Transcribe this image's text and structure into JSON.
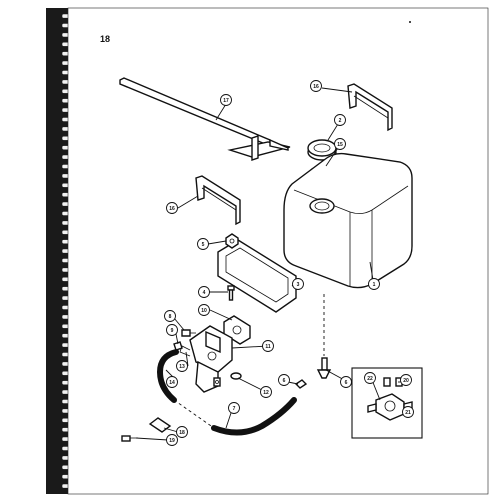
{
  "page": {
    "number": "18"
  },
  "callouts": [
    {
      "id": "c17",
      "text": "17"
    },
    {
      "id": "c16a",
      "text": "16"
    },
    {
      "id": "c2",
      "text": "2"
    },
    {
      "id": "c15",
      "text": "15"
    },
    {
      "id": "c16b",
      "text": "16"
    },
    {
      "id": "c5",
      "text": "5"
    },
    {
      "id": "c3",
      "text": "3"
    },
    {
      "id": "c1",
      "text": "1"
    },
    {
      "id": "c4",
      "text": "4"
    },
    {
      "id": "c8",
      "text": "8"
    },
    {
      "id": "c10",
      "text": "10"
    },
    {
      "id": "c9",
      "text": "9"
    },
    {
      "id": "c11",
      "text": "11"
    },
    {
      "id": "c13",
      "text": "13"
    },
    {
      "id": "c14",
      "text": "14"
    },
    {
      "id": "c12",
      "text": "12"
    },
    {
      "id": "c6b",
      "text": "6"
    },
    {
      "id": "c6",
      "text": "6"
    },
    {
      "id": "c7",
      "text": "7"
    },
    {
      "id": "c22",
      "text": "22"
    },
    {
      "id": "c20",
      "text": "20"
    },
    {
      "id": "c21",
      "text": "21"
    },
    {
      "id": "c18",
      "text": "18"
    },
    {
      "id": "c19",
      "text": "19"
    }
  ],
  "colors": {
    "ink": "#111111",
    "paper": "#ffffff",
    "binding": "#1a1a1a"
  }
}
